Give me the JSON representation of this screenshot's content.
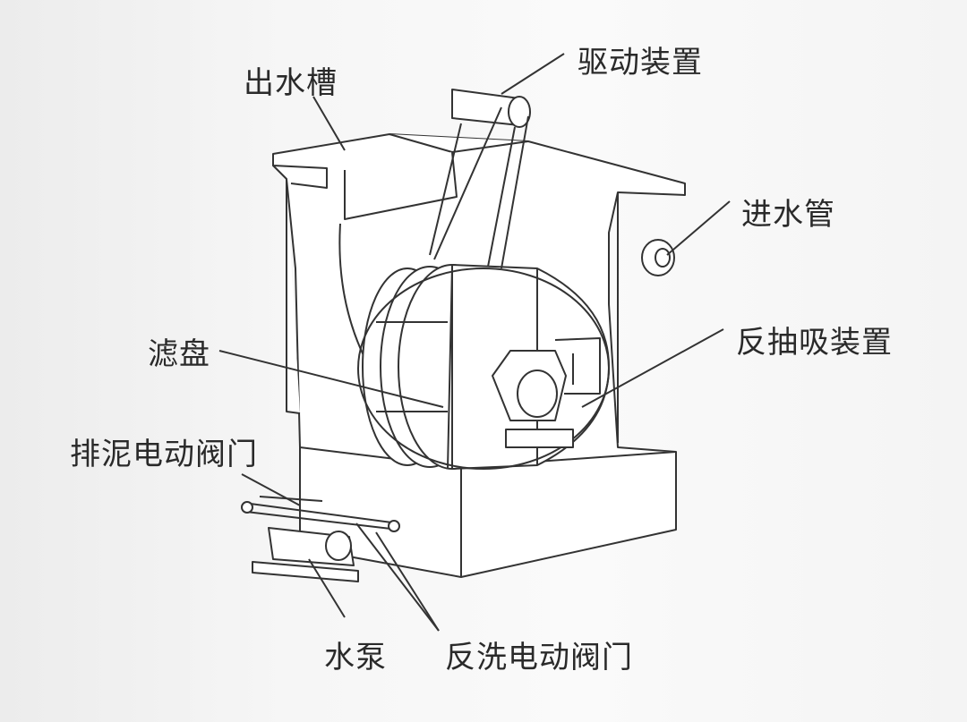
{
  "labels": {
    "drive": "驱动装置",
    "outlet_trough": "出水槽",
    "inlet_pipe": "进水管",
    "suction": "反抽吸装置",
    "filter_disc": "滤盘",
    "sludge_valve": "排泥电动阀门",
    "pump": "水泵",
    "backwash_valve": "反洗电动阀门"
  }
}
